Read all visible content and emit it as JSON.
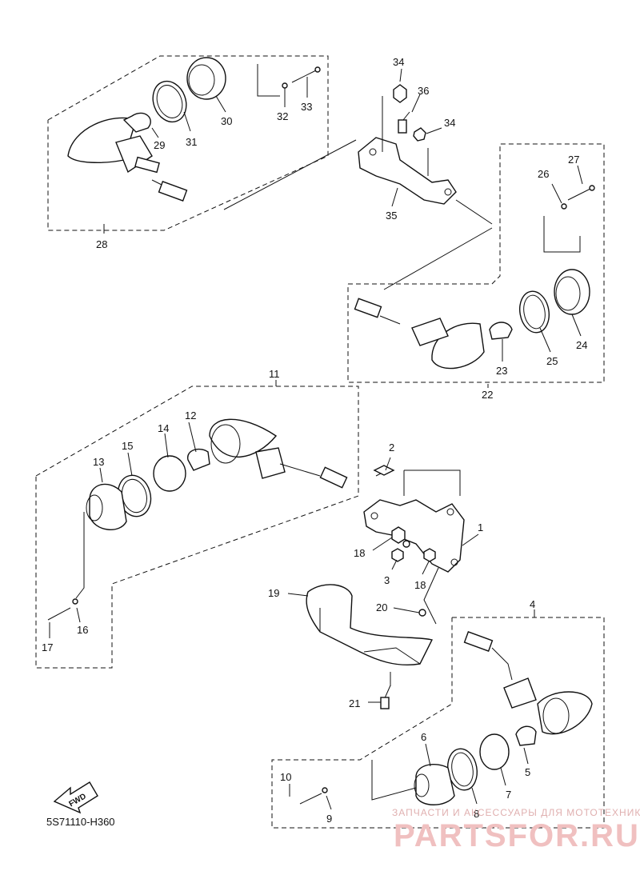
{
  "diagram": {
    "code": "5S71110-H360",
    "fwd": "FWD",
    "labels": [
      "1",
      "2",
      "3",
      "4",
      "5",
      "6",
      "7",
      "8",
      "9",
      "10",
      "11",
      "12",
      "13",
      "14",
      "15",
      "16",
      "17",
      "18",
      "18",
      "19",
      "20",
      "21",
      "22",
      "23",
      "24",
      "25",
      "26",
      "27",
      "28",
      "29",
      "30",
      "31",
      "32",
      "33",
      "34",
      "34",
      "35",
      "36"
    ]
  },
  "watermark": {
    "line1": "ЗАПЧАСТИ И АКСЕССУАРЫ ДЛЯ МОТОТЕХНИКИ",
    "line2": "PARTSFOR.RU"
  }
}
